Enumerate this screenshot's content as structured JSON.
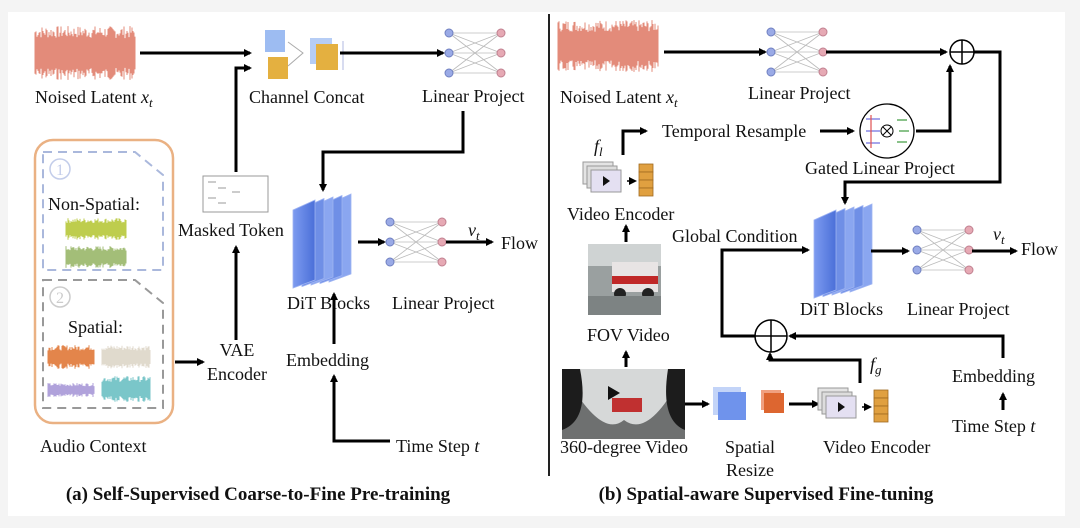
{
  "left": {
    "noised_latent": {
      "label": "Noised Latent",
      "var": "x",
      "sub": "t"
    },
    "channel_concat": "Channel Concat",
    "linear_project_top": "Linear Project",
    "masked_token": "Masked Token",
    "non_spatial": {
      "number": "1",
      "label": "Non-Spatial:"
    },
    "spatial": {
      "number": "2",
      "label": "Spatial:"
    },
    "audio_context": "Audio Context",
    "vae_encoder": [
      "VAE",
      "Encoder"
    ],
    "dit_blocks": "DiT Blocks",
    "linear_project_out": "Linear Project",
    "output": {
      "var": "v",
      "sub": "t",
      "label": "Flow"
    },
    "embedding": "Embedding",
    "time_step": {
      "label": "Time Step",
      "var": "t"
    },
    "caption": "(a) Self-Supervised Coarse-to-Fine Pre-training"
  },
  "right": {
    "noised_latent": {
      "label": "Noised Latent",
      "var": "x",
      "sub": "t"
    },
    "linear_project_top": "Linear Project",
    "temporal_resample": "Temporal Resample",
    "gated_linear_project": "Gated Linear Project",
    "local_feature": {
      "var": "f",
      "sub": "l"
    },
    "video_encoder_top": "Video Encoder",
    "global_condition": "Global Condition",
    "fov_video": "FOV Video",
    "video_360": "360-degree Video",
    "spatial_resize": [
      "Spatial",
      "Resize"
    ],
    "video_encoder_bottom": "Video Encoder",
    "global_feature": {
      "var": "f",
      "sub": "g"
    },
    "dit_blocks": "DiT Blocks",
    "linear_project_out": "Linear Project",
    "output": {
      "var": "v",
      "sub": "t",
      "label": "Flow"
    },
    "embedding": "Embedding",
    "time_step": {
      "label": "Time Step",
      "var": "t"
    },
    "caption": "(b) Spatial-aware Supervised Fine-tuning"
  },
  "colors": {
    "noise": "#e07f6c",
    "audio_context_border": "#eab183",
    "dashed_border": "#aab8dc",
    "dit_blue": "#5b7fe0",
    "node_blue": "#9aaae6",
    "node_pink": "#e6a9b4",
    "feature_orange": "#e0a040"
  }
}
